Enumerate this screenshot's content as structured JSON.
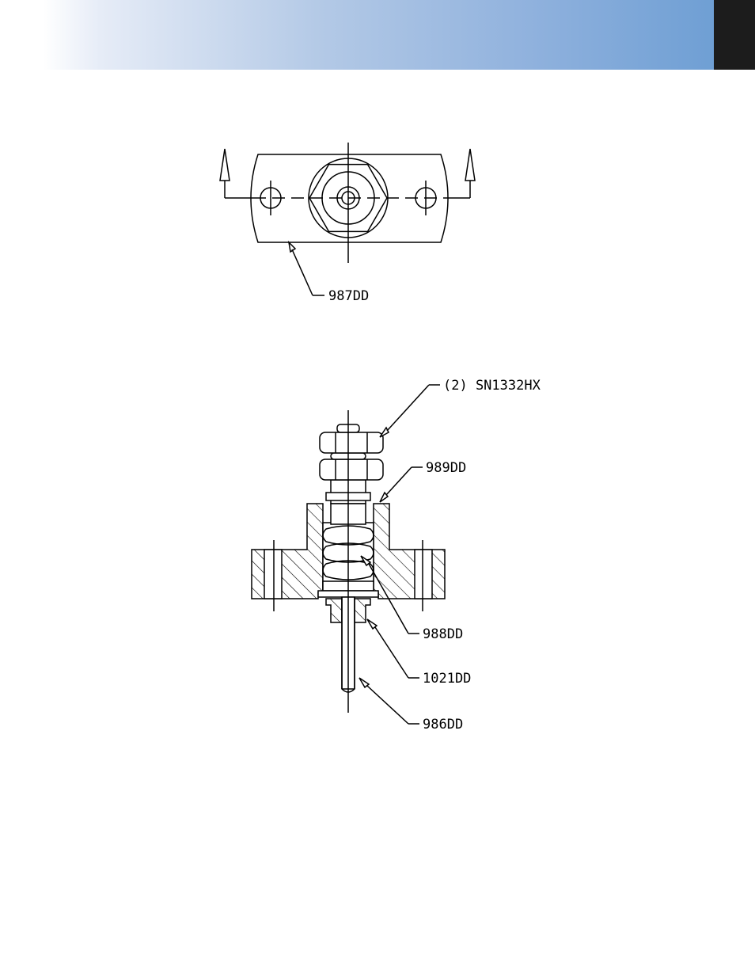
{
  "header": {
    "accent_color": "#6f9fd4",
    "tab_color": "#1c1c1c"
  },
  "callouts": {
    "top_view_plate": "987DD",
    "nuts": "(2) SN1332HX",
    "washer": "989DD",
    "spring": "988DD",
    "bushing": "1021DD",
    "pin": "986DD"
  }
}
